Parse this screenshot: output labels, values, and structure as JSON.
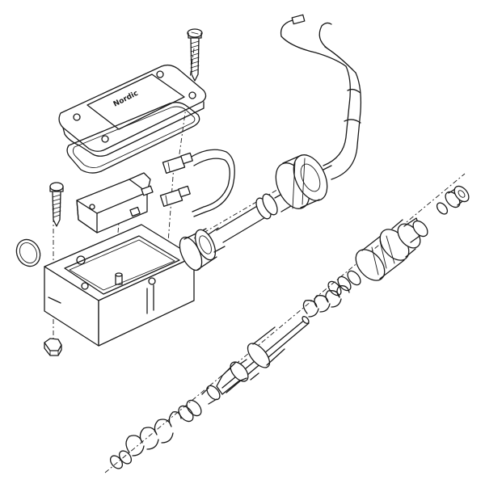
{
  "diagram": {
    "cover_label": "Nordic",
    "line_color": "#1a1a1a",
    "background": "#ffffff",
    "parts": [
      "cover-screw",
      "cover-plate",
      "cover-gasket",
      "wire-terminals",
      "micro-switch",
      "switch-screw",
      "o-ring",
      "switch-housing",
      "housing-nut",
      "cable-gland",
      "cable-conduit",
      "gland-nut",
      "cable-wires",
      "actuator-rod",
      "piston-body",
      "springs",
      "washers",
      "valve-body",
      "end-nut"
    ]
  }
}
